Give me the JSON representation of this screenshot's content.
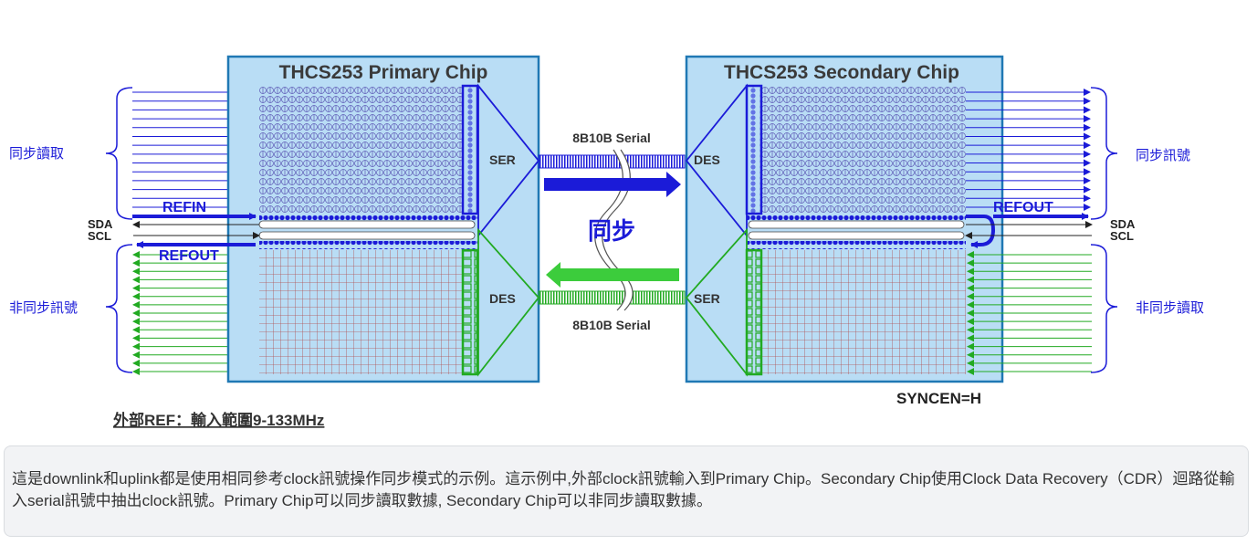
{
  "primary_chip": {
    "title": "THCS253 Primary Chip",
    "ser_label": "SER",
    "des_label": "DES"
  },
  "secondary_chip": {
    "title": "THCS253 Secondary Chip",
    "des_label": "DES",
    "ser_label": "SER"
  },
  "link": {
    "top_label": "8B10B Serial",
    "bottom_label": "8B10B Serial",
    "sync_label": "同步"
  },
  "left_side": {
    "sync_read": "同步讀取",
    "async_signal": "非同步訊號",
    "sda": "SDA",
    "scl": "SCL",
    "refin": "REFIN",
    "refout": "REFOUT"
  },
  "right_side": {
    "sync_signal": "同步訊號",
    "async_read": "非同步讀取",
    "sda": "SDA",
    "scl": "SCL",
    "refout": "REFOUT"
  },
  "syncen": "SYNCEN=H",
  "ext_ref": "外部REF：輸入範圍9-133MHz",
  "description": "這是downlink和uplink都是使用相同參考clock訊號操作同步模式的示例。這示例中,外部clock訊號輸入到Primary Chip。Secondary Chip使用Clock Data Recovery（CDR）迴路從輸入serial訊號中抽出clock訊號。Primary Chip可以同步讀取數據, Secondary Chip可以非同步讀取數據。",
  "colors": {
    "blue": "#1b1bd8",
    "green": "#22aa22",
    "chip_fill": "#b9ddf5",
    "chip_border": "#1f78b4",
    "grid": "#b05050"
  },
  "icons": [
    "brace-icon",
    "arrow-icon",
    "wavy-break-icon"
  ]
}
